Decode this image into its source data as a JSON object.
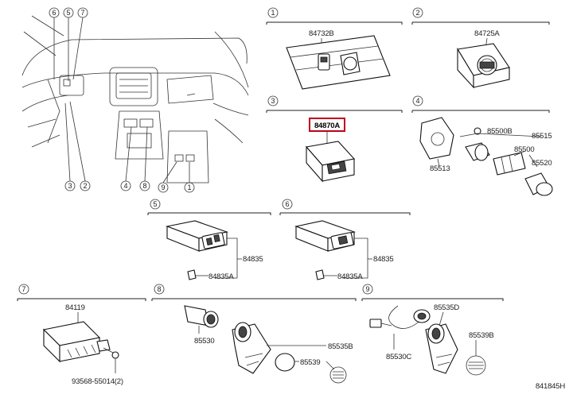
{
  "callouts": [
    "1",
    "2",
    "3",
    "4",
    "5",
    "6",
    "7",
    "8",
    "9"
  ],
  "overview_callouts": [
    "6",
    "5",
    "7",
    "3",
    "2",
    "4",
    "8",
    "9",
    "1"
  ],
  "sections": {
    "s1": {
      "num": "1",
      "parts": [
        "84732B"
      ]
    },
    "s2": {
      "num": "2",
      "parts": [
        "84725A"
      ]
    },
    "s3": {
      "num": "3",
      "parts": [
        "84870A"
      ],
      "highlighted": "84870A"
    },
    "s4": {
      "num": "4",
      "parts": [
        "85500B",
        "85515",
        "85500",
        "85513",
        "85520"
      ]
    },
    "s5": {
      "num": "5",
      "parts": [
        "84835",
        "84835A"
      ]
    },
    "s6": {
      "num": "6",
      "parts": [
        "84835",
        "84835A"
      ]
    },
    "s7": {
      "num": "7",
      "parts": [
        "84119",
        "93568-55014(2)"
      ]
    },
    "s8": {
      "num": "8",
      "parts": [
        "85530",
        "85535B",
        "85539"
      ]
    },
    "s9": {
      "num": "9",
      "parts": [
        "85535D",
        "85539B",
        "85530C"
      ]
    }
  },
  "figure_id": "841845H",
  "colors": {
    "highlight": "#c0001a",
    "line": "#222222"
  }
}
